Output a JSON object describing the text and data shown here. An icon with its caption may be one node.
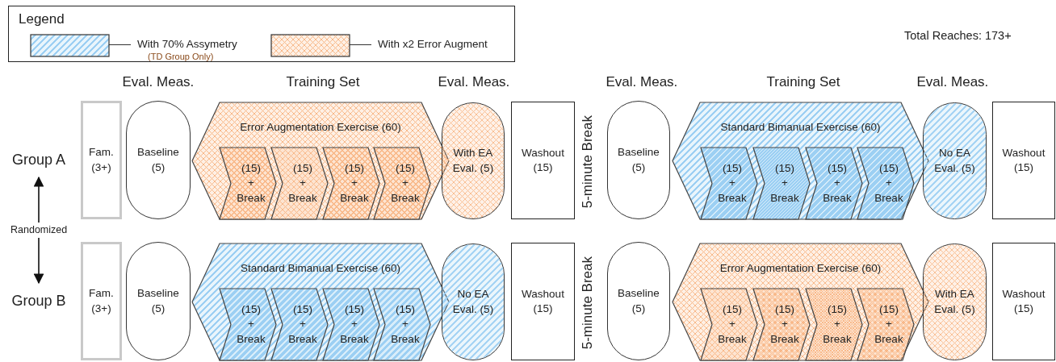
{
  "diagram": {
    "nodes": [
      {
        "text": [
          "Group A"
        ]
      },
      {
        "text": [
          "Fam. (3+)"
        ]
      },
      {
        "text": [
          "Baseline (5)"
        ]
      },
      {
        "text": [
          "Error Augmentation Exercise (60)"
        ]
      },
      {
        "text": [
          "(15) + Break"
        ],
        "in": 3
      },
      {
        "text": [
          "(15) + Break"
        ],
        "in": 3
      },
      {
        "text": [
          "(15) + Break"
        ],
        "in": 3
      },
      {
        "text": [
          "(15) + Break"
        ],
        "in": 3
      },
      {
        "text": [
          "With EA Eval. (5)"
        ]
      },
      {
        "text": [
          "Washout (15)"
        ]
      },
      {
        "text": [
          "Baseline (5)"
        ]
      },
      {
        "text": [
          "Standard Bimanual Exercise (60)"
        ]
      },
      {
        "text": [
          "(15) + Break"
        ],
        "in": 11
      },
      {
        "text": [
          "(15) + Break"
        ],
        "in": 11
      },
      {
        "text": [
          "(15) + Break"
        ],
        "in": 11
      },
      {
        "text": [
          "(15) + Break"
        ],
        "in": 11
      },
      {
        "text": [
          "No EA Eval. (5)"
        ]
      },
      {
        "text": [
          "Washout (15)"
        ]
      },
      {
        "text": [
          "Group B"
        ]
      },
      {
        "text": [
          "Fam. (3+)"
        ]
      },
      {
        "text": [
          "Baseline (5)"
        ]
      },
      {
        "text": [
          "Standard Bimanual Exercise (60)"
        ]
      },
      {
        "text": [
          "(15) + Break"
        ],
        "in": 21
      },
      {
        "text": [
          "(15) + Break"
        ],
        "in": 21
      },
      {
        "text": [
          "(15) + Break"
        ],
        "in": 21
      },
      {
        "text": [
          "(15) + Break"
        ],
        "in": 21
      },
      {
        "text": [
          "No EA Eval. (5)"
        ]
      },
      {
        "text": [
          "Washout (15)"
        ]
      },
      {
        "text": [
          "Baseline (5)"
        ]
      },
      {
        "text": [
          "Error Augmentation Exercise (60)"
        ]
      },
      {
        "text": [
          "(15) + Break"
        ],
        "in": 29
      },
      {
        "text": [
          "(15) + Break"
        ],
        "in": 29
      },
      {
        "text": [
          "(15) + Break"
        ],
        "in": 29
      },
      {
        "text": [
          "(15) + Break"
        ],
        "in": 29
      },
      {
        "text": [
          "With EA Eval. (5)"
        ]
      },
      {
        "text": [
          "Washout (15)"
        ]
      }
    ],
    "edges": [
      {
        "from": 0,
        "to": 18,
        "arrow": "both",
        "label": "Randomized"
      }
    ],
    "labels": [
      "Legend",
      "(TD Group Only)",
      "Total Reaches: 173+",
      "Eval. Meas.",
      "Training Set",
      "Eval. Meas.",
      "Eval. Meas.",
      "Training Set",
      "Eval. Meas.",
      "5-minute Break",
      "5-minute Break"
    ],
    "legend": [
      {
        "text": "With 70% Assymetry",
        "color": "#9ccff3"
      },
      {
        "text": "With x2 Error Augment",
        "color": "#f8b98a"
      }
    ]
  }
}
